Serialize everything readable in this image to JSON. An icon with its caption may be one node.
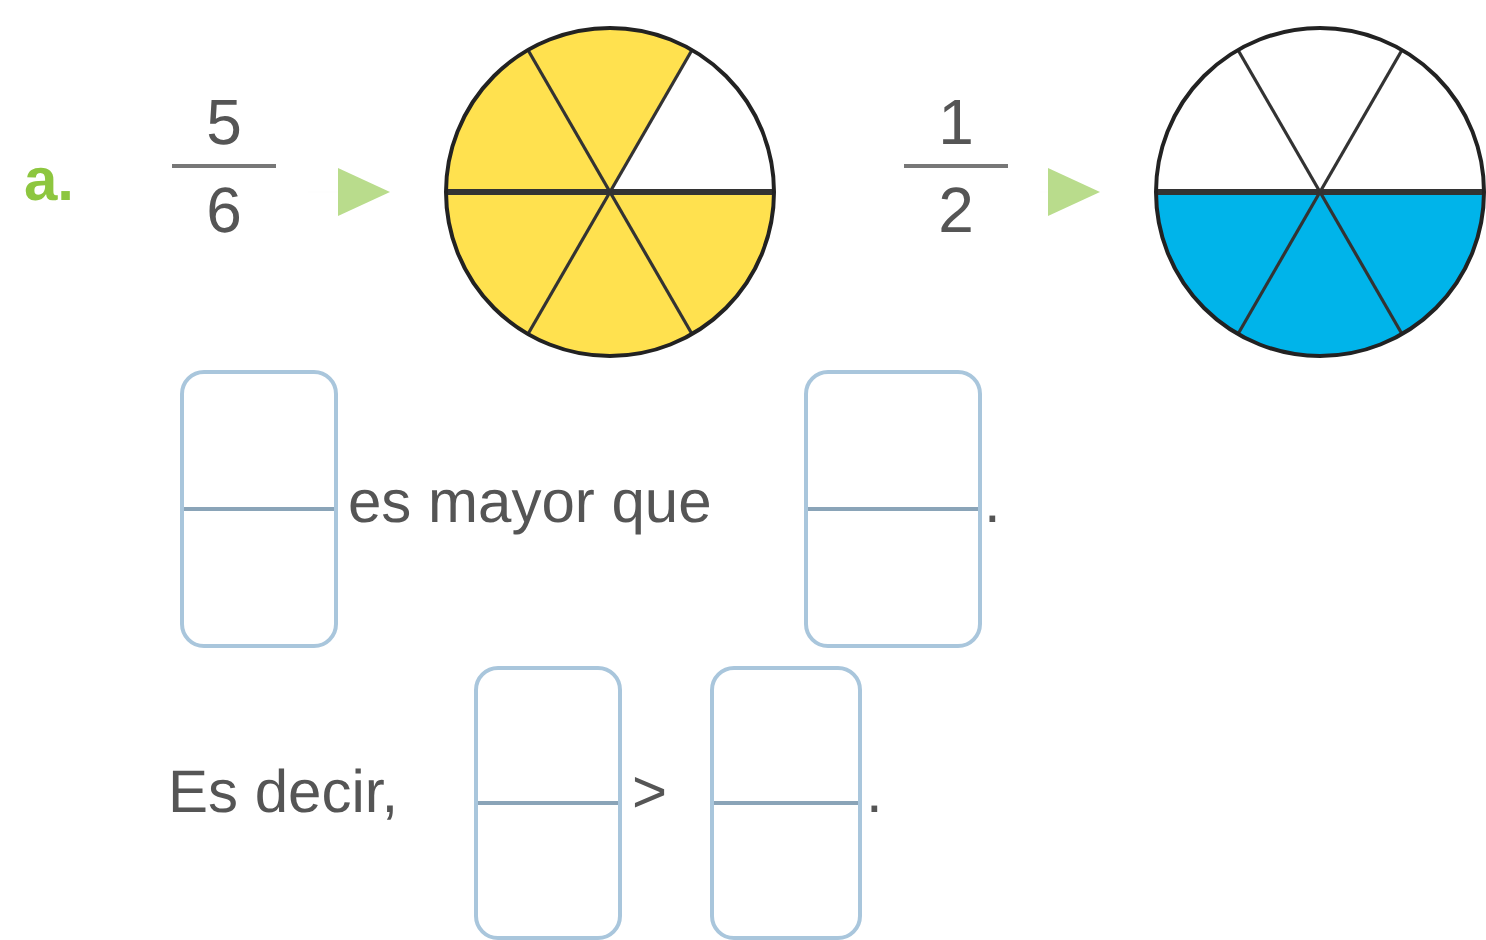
{
  "diagram": {
    "nodes": [
      {
        "text": [
          "5",
          "6"
        ]
      },
      {
        "text": [],
        "shape": "circle"
      },
      {
        "text": [
          "1",
          "2"
        ]
      },
      {
        "text": [],
        "shape": "circle"
      }
    ],
    "edges": [
      {
        "from": 0,
        "to": 1,
        "arrow": "to"
      },
      {
        "from": 2,
        "to": 3,
        "arrow": "to"
      }
    ],
    "labels": [
      "a.",
      "es mayor que",
      ".",
      "Es decir,",
      ">",
      "."
    ]
  }
}
